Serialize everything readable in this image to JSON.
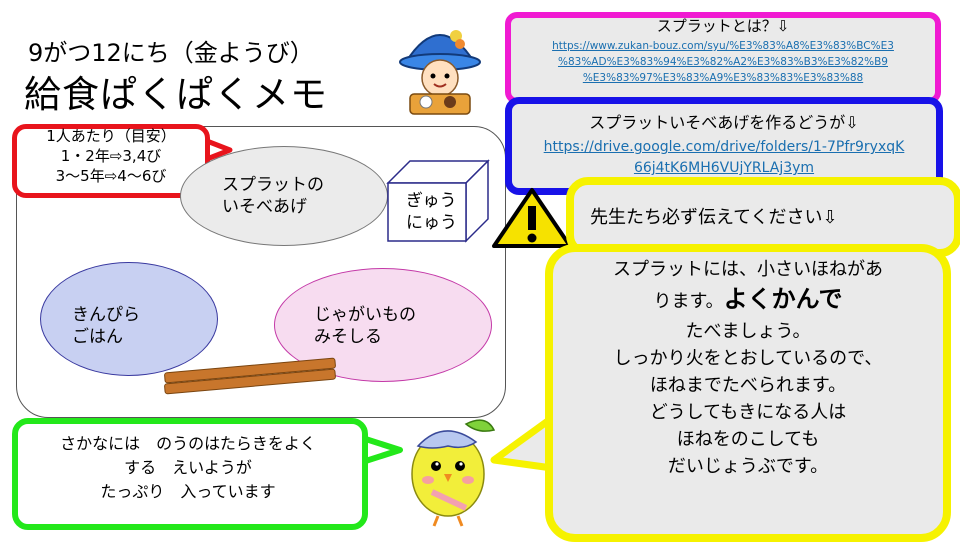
{
  "header": {
    "date": "9がつ12にち（金ようび）",
    "title": "給食ぱくぱくメモ"
  },
  "portion_note": {
    "line1": "1人あたり（目安）",
    "line2": "1・2年⇨3,4び",
    "line3": "3～5年⇨4～6び"
  },
  "tray": {
    "fish_line1": "スプラットの",
    "fish_line2": "いそべあげ",
    "milk_line1": "ぎゅう",
    "milk_line2": "にゅう",
    "rice_line1": "きんぴら",
    "rice_line2": "ごはん",
    "soup_line1": "じゃがいもの",
    "soup_line2": "みそしる"
  },
  "info_box": {
    "heading": "スプラットとは？⇩",
    "url_line1": "https://www.zukan-bouz.com/syu/%E3%83%A8%E3%83%BC%E3",
    "url_line2": "%83%AD%E3%83%94%E3%82%A2%E3%83%B3%E3%82%B9",
    "url_line3": "%E3%83%97%E3%83%A9%E3%83%83%E3%83%88"
  },
  "recipe_box": {
    "heading": "スプラットいそべあげを作るどうが⇩",
    "url_line1": "https://drive.google.com/drive/folders/1-7Pfr9ryxqK",
    "url_line2": "66j4tK6MH6VUjYRLAj3ym"
  },
  "teacher_note": "先生たち必ず伝えてください⇩",
  "big_note": {
    "line1": "スプラットには、小さいほねがあ",
    "line2a": "ります。",
    "line2b": "よくかんで",
    "line3": "たべましょう。",
    "line4": "しっかり火をとおしているので、",
    "line5": "ほねまでたべられます。",
    "line6": "どうしてもきになる人は",
    "line7": "ほねをのこしても",
    "line8": "だいじょうぶです。"
  },
  "fish_note": {
    "line1": "さかなには　のうのはたらきをよく",
    "line2": "する　えいようが",
    "line3": "たっぷり　入っています"
  },
  "colors": {
    "red": "#e8141c",
    "magenta": "#f01ad2",
    "blue": "#1812e8",
    "yellow": "#f6f200",
    "green": "#23e81a",
    "link": "#1a6fb0"
  },
  "icons": [
    "mascot-boy-icon",
    "warning-icon",
    "mascot-bird-icon",
    "chopsticks-icon",
    "milk-carton-icon"
  ]
}
